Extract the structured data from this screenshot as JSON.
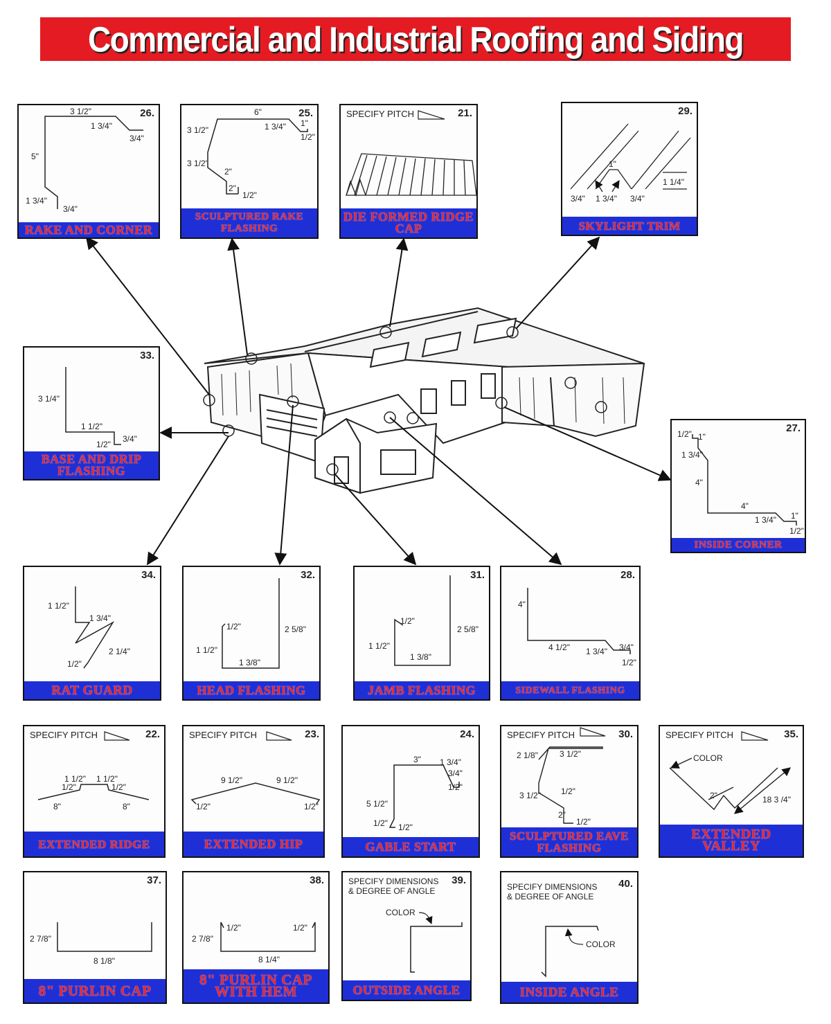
{
  "banner": {
    "title": "Commercial and Industrial Roofing and Siding"
  },
  "colors": {
    "banner": "#e41b23",
    "caption_bg": "#1f2fd6",
    "caption_text": "#e8252c"
  },
  "panels": {
    "p26": {
      "num": "26.",
      "cap": "RAKE AND CORNER",
      "l1": "3 1/2\"",
      "l2": "1 3/4\"",
      "l3": "3/4\"",
      "l4": "5\"",
      "l5": "1 3/4\"",
      "l6": "3/4\""
    },
    "p25": {
      "num": "25.",
      "cap": "SCULPTURED RAKE FLASHING",
      "l1": "6\"",
      "l2": "3 1/2\"",
      "l3": "1 3/4\"",
      "l4": "1\"",
      "l5": "1/2\"",
      "l6": "3 1/2\"",
      "l7": "2\"",
      "l8": "2\"",
      "l9": "1/2\""
    },
    "p21": {
      "num": "21.",
      "spec": "SPECIFY PITCH",
      "cap": "DIE FORMED RIDGE CAP"
    },
    "p29": {
      "num": "29.",
      "cap": "SKYLIGHT TRIM",
      "l1": "1\"",
      "l2": "1 1/4\"",
      "l3": "3/4\"",
      "l4": "1 3/4\"",
      "l5": "3/4\""
    },
    "p33": {
      "num": "33.",
      "cap": "BASE AND DRIP FLASHING",
      "l1": "3 1/4\"",
      "l2": "1 1/2\"",
      "l3": "1/2\"",
      "l4": "3/4\""
    },
    "p27": {
      "num": "27.",
      "cap": "INSIDE CORNER",
      "l1": "1/2\"",
      "l2": "1\"",
      "l3": "1 3/4\"",
      "l4": "4\"",
      "l5": "4\"",
      "l6": "1 3/4\"",
      "l7": "1\"",
      "l8": "1/2\""
    },
    "p34": {
      "num": "34.",
      "cap": "RAT GUARD",
      "l1": "1 1/2\"",
      "l2": "1 3/4\"",
      "l3": "2 1/4\"",
      "l4": "1/2\""
    },
    "p32": {
      "num": "32.",
      "cap": "HEAD FLASHING",
      "l1": "1/2\"",
      "l2": "2 5/8\"",
      "l3": "1 1/2\"",
      "l4": "1 3/8\""
    },
    "p31": {
      "num": "31.",
      "cap": "JAMB FLASHING",
      "l1": "1/2\"",
      "l2": "2 5/8\"",
      "l3": "1 1/2\"",
      "l4": "1 3/8\""
    },
    "p28": {
      "num": "28.",
      "cap": "SIDEWALL FLASHING",
      "l1": "4\"",
      "l2": "4 1/2\"",
      "l3": "1 3/4\"",
      "l4": "3/4\"",
      "l5": "1/2\""
    },
    "p22": {
      "num": "22.",
      "spec": "SPECIFY PITCH",
      "cap": "EXTENDED RIDGE",
      "l1": "1 1/2\"",
      "l2": "1 1/2\"",
      "l3": "1/2\"",
      "l4": "1/2\"",
      "l5": "8\"",
      "l6": "8\""
    },
    "p23": {
      "num": "23.",
      "spec": "SPECIFY PITCH",
      "cap": "EXTENDED HIP",
      "l1": "9 1/2\"",
      "l2": "9 1/2\"",
      "l3": "1/2\"",
      "l4": "1/2\""
    },
    "p24": {
      "num": "24.",
      "cap": "GABLE START",
      "l1": "3\"",
      "l2": "1 3/4\"",
      "l3": "3/4\"",
      "l4": "1/2\"",
      "l5": "5 1/2\"",
      "l6": "1/2\"",
      "l7": "1/2\""
    },
    "p30": {
      "num": "30.",
      "spec": "SPECIFY PITCH",
      "cap": "SCULPTURED EAVE FLASHING",
      "l1": "2 1/8\"",
      "l2": "3 1/2\"",
      "l3": "1/2\"",
      "l4": "3 1/2\"",
      "l5": "2\"",
      "l6": "1/2\""
    },
    "p35": {
      "num": "35.",
      "spec": "SPECIFY PITCH",
      "cap": "EXTENDED VALLEY",
      "l1": "COLOR",
      "l2": "2\"",
      "l3": "18 3 /4\""
    },
    "p37": {
      "num": "37.",
      "cap": "8\" PURLIN CAP",
      "l1": "2 7/8\"",
      "l2": "8 1/8\""
    },
    "p38": {
      "num": "38.",
      "cap": "8\" PURLIN CAP WITH HEM",
      "l1": "1/2\"",
      "l2": "1/2\"",
      "l3": "2 7/8\"",
      "l4": "8 1/4\""
    },
    "p39": {
      "num": "39.",
      "spec": "SPECIFY DIMENSIONS\n& DEGREE OF ANGLE",
      "cap": "OUTSIDE ANGLE",
      "l1": "COLOR"
    },
    "p40": {
      "num": "40.",
      "spec": "SPECIFY DIMENSIONS\n& DEGREE OF ANGLE",
      "cap": "INSIDE ANGLE",
      "l1": "COLOR"
    }
  }
}
